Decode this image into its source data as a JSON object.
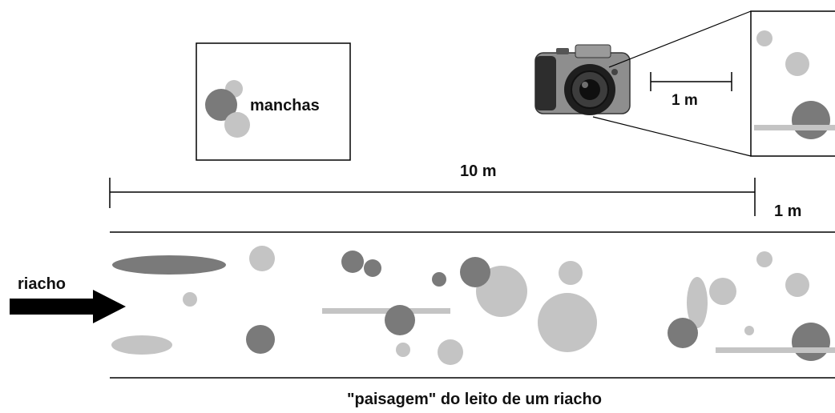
{
  "legend_box": {
    "label": "manchas"
  },
  "scale": {
    "span_label": "10 m",
    "segment_label": "1 m",
    "camera_field_label": "1 m"
  },
  "stream": {
    "label": "riacho"
  },
  "caption": "\"paisagem\" do leito de um riacho",
  "colors": {
    "dark_patch": "#7a7a7a",
    "light_patch": "#c4c4c4",
    "line": "#000000",
    "background": "#ffffff"
  },
  "icons": {
    "camera": "camera-icon",
    "flow_arrow": "arrow-right-icon"
  }
}
